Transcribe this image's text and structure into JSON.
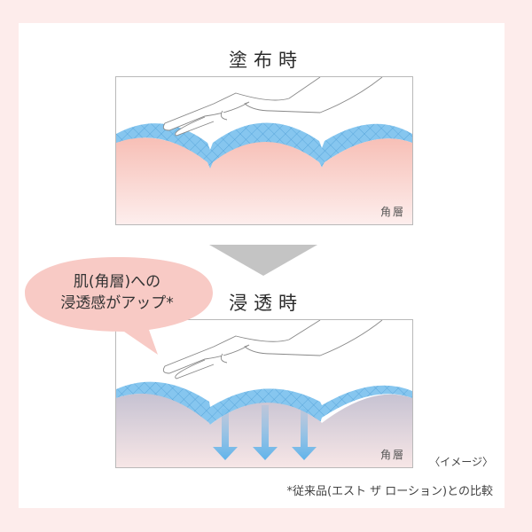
{
  "panels": [
    {
      "title": "塗布時",
      "layer_label": "角層",
      "state": "before-penetration"
    },
    {
      "title": "浸透時",
      "layer_label": "角層",
      "state": "after-penetration"
    }
  ],
  "bubble": {
    "line1": "肌(角層)への",
    "line2": "浸透感がアップ*"
  },
  "image_note": "〈イメージ〉",
  "footnote": "*従来品(エスト ザ ローション)との比較",
  "colors": {
    "background_pink": "#fdeceb",
    "bubble_pink": "#f8c9c4",
    "mesh_blue": "#7cc0ec",
    "skin_pink_top": "#f7c2ba",
    "skin_gray_top": "#c9c4d3",
    "arrow_blue": "#5fb3ea",
    "triangle_gray": "#c4c4c4"
  }
}
